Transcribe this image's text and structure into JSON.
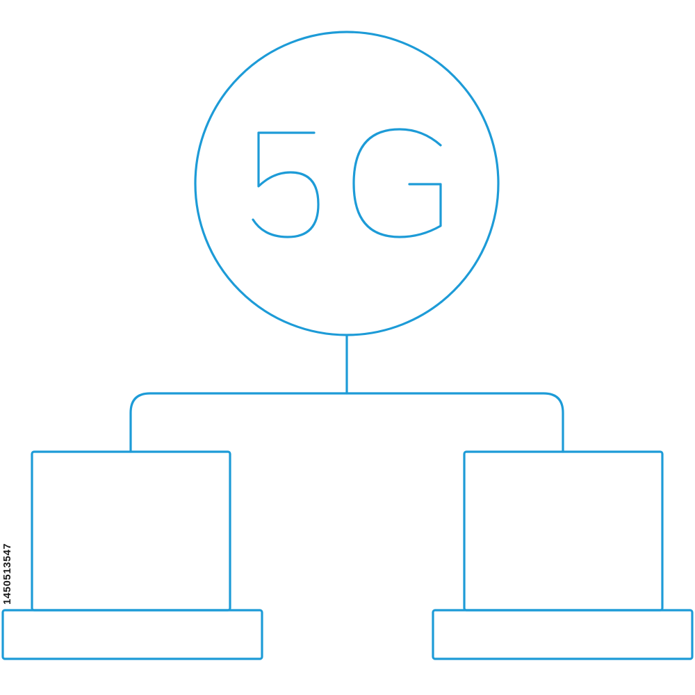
{
  "diagram": {
    "hub": {
      "label": "5G",
      "icon": "5g-network-hub"
    },
    "devices": [
      {
        "icon": "laptop-icon"
      },
      {
        "icon": "laptop-icon"
      }
    ],
    "stroke_color": "#1d9bd7",
    "background_color": "#ffffff"
  },
  "watermark": {
    "stock_id": "1450513547"
  }
}
